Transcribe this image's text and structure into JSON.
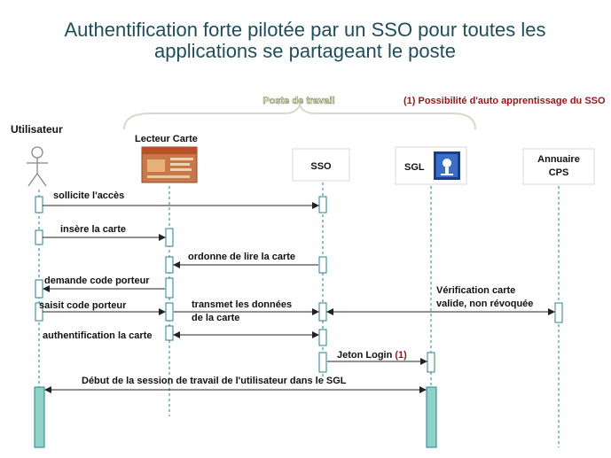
{
  "title": {
    "line1": "Authentification forte pilotée par un SSO pour toutes les",
    "line2": "applications se partageant  le poste"
  },
  "workstation_label": "Poste de travail",
  "note": "(1) Possibilité d'auto apprentissage du SSO",
  "participants": {
    "utilisateur": "Utilisateur",
    "lecteur": "Lecteur Carte",
    "sso": "SSO",
    "sgl": "SGL",
    "annuaire_1": "Annuaire",
    "annuaire_2": "CPS"
  },
  "messages": {
    "m1": "sollicite l'accès",
    "m2": "insère la carte",
    "m3": "ordonne de lire la carte",
    "m4": "demande code porteur",
    "m5": "saisit code porteur",
    "m6_1": "transmet les données",
    "m6_2": "de la carte",
    "m7_1": "Vérification carte",
    "m7_2": "valide, non révoquée",
    "m8": "authentification la carte",
    "m9": "Jeton Login",
    "m9_ref": "(1)",
    "m10": "Début de la session de travail de l'utilisateur dans le SGL"
  },
  "colors": {
    "title": "#1f4e5a",
    "lifeline": "#2a7f8c",
    "activation": "#d9f3f0",
    "session": "#8fd3c8",
    "arrow": "#222222",
    "note": "#8b1a1a",
    "workstation_text": "#e8f0d8"
  }
}
